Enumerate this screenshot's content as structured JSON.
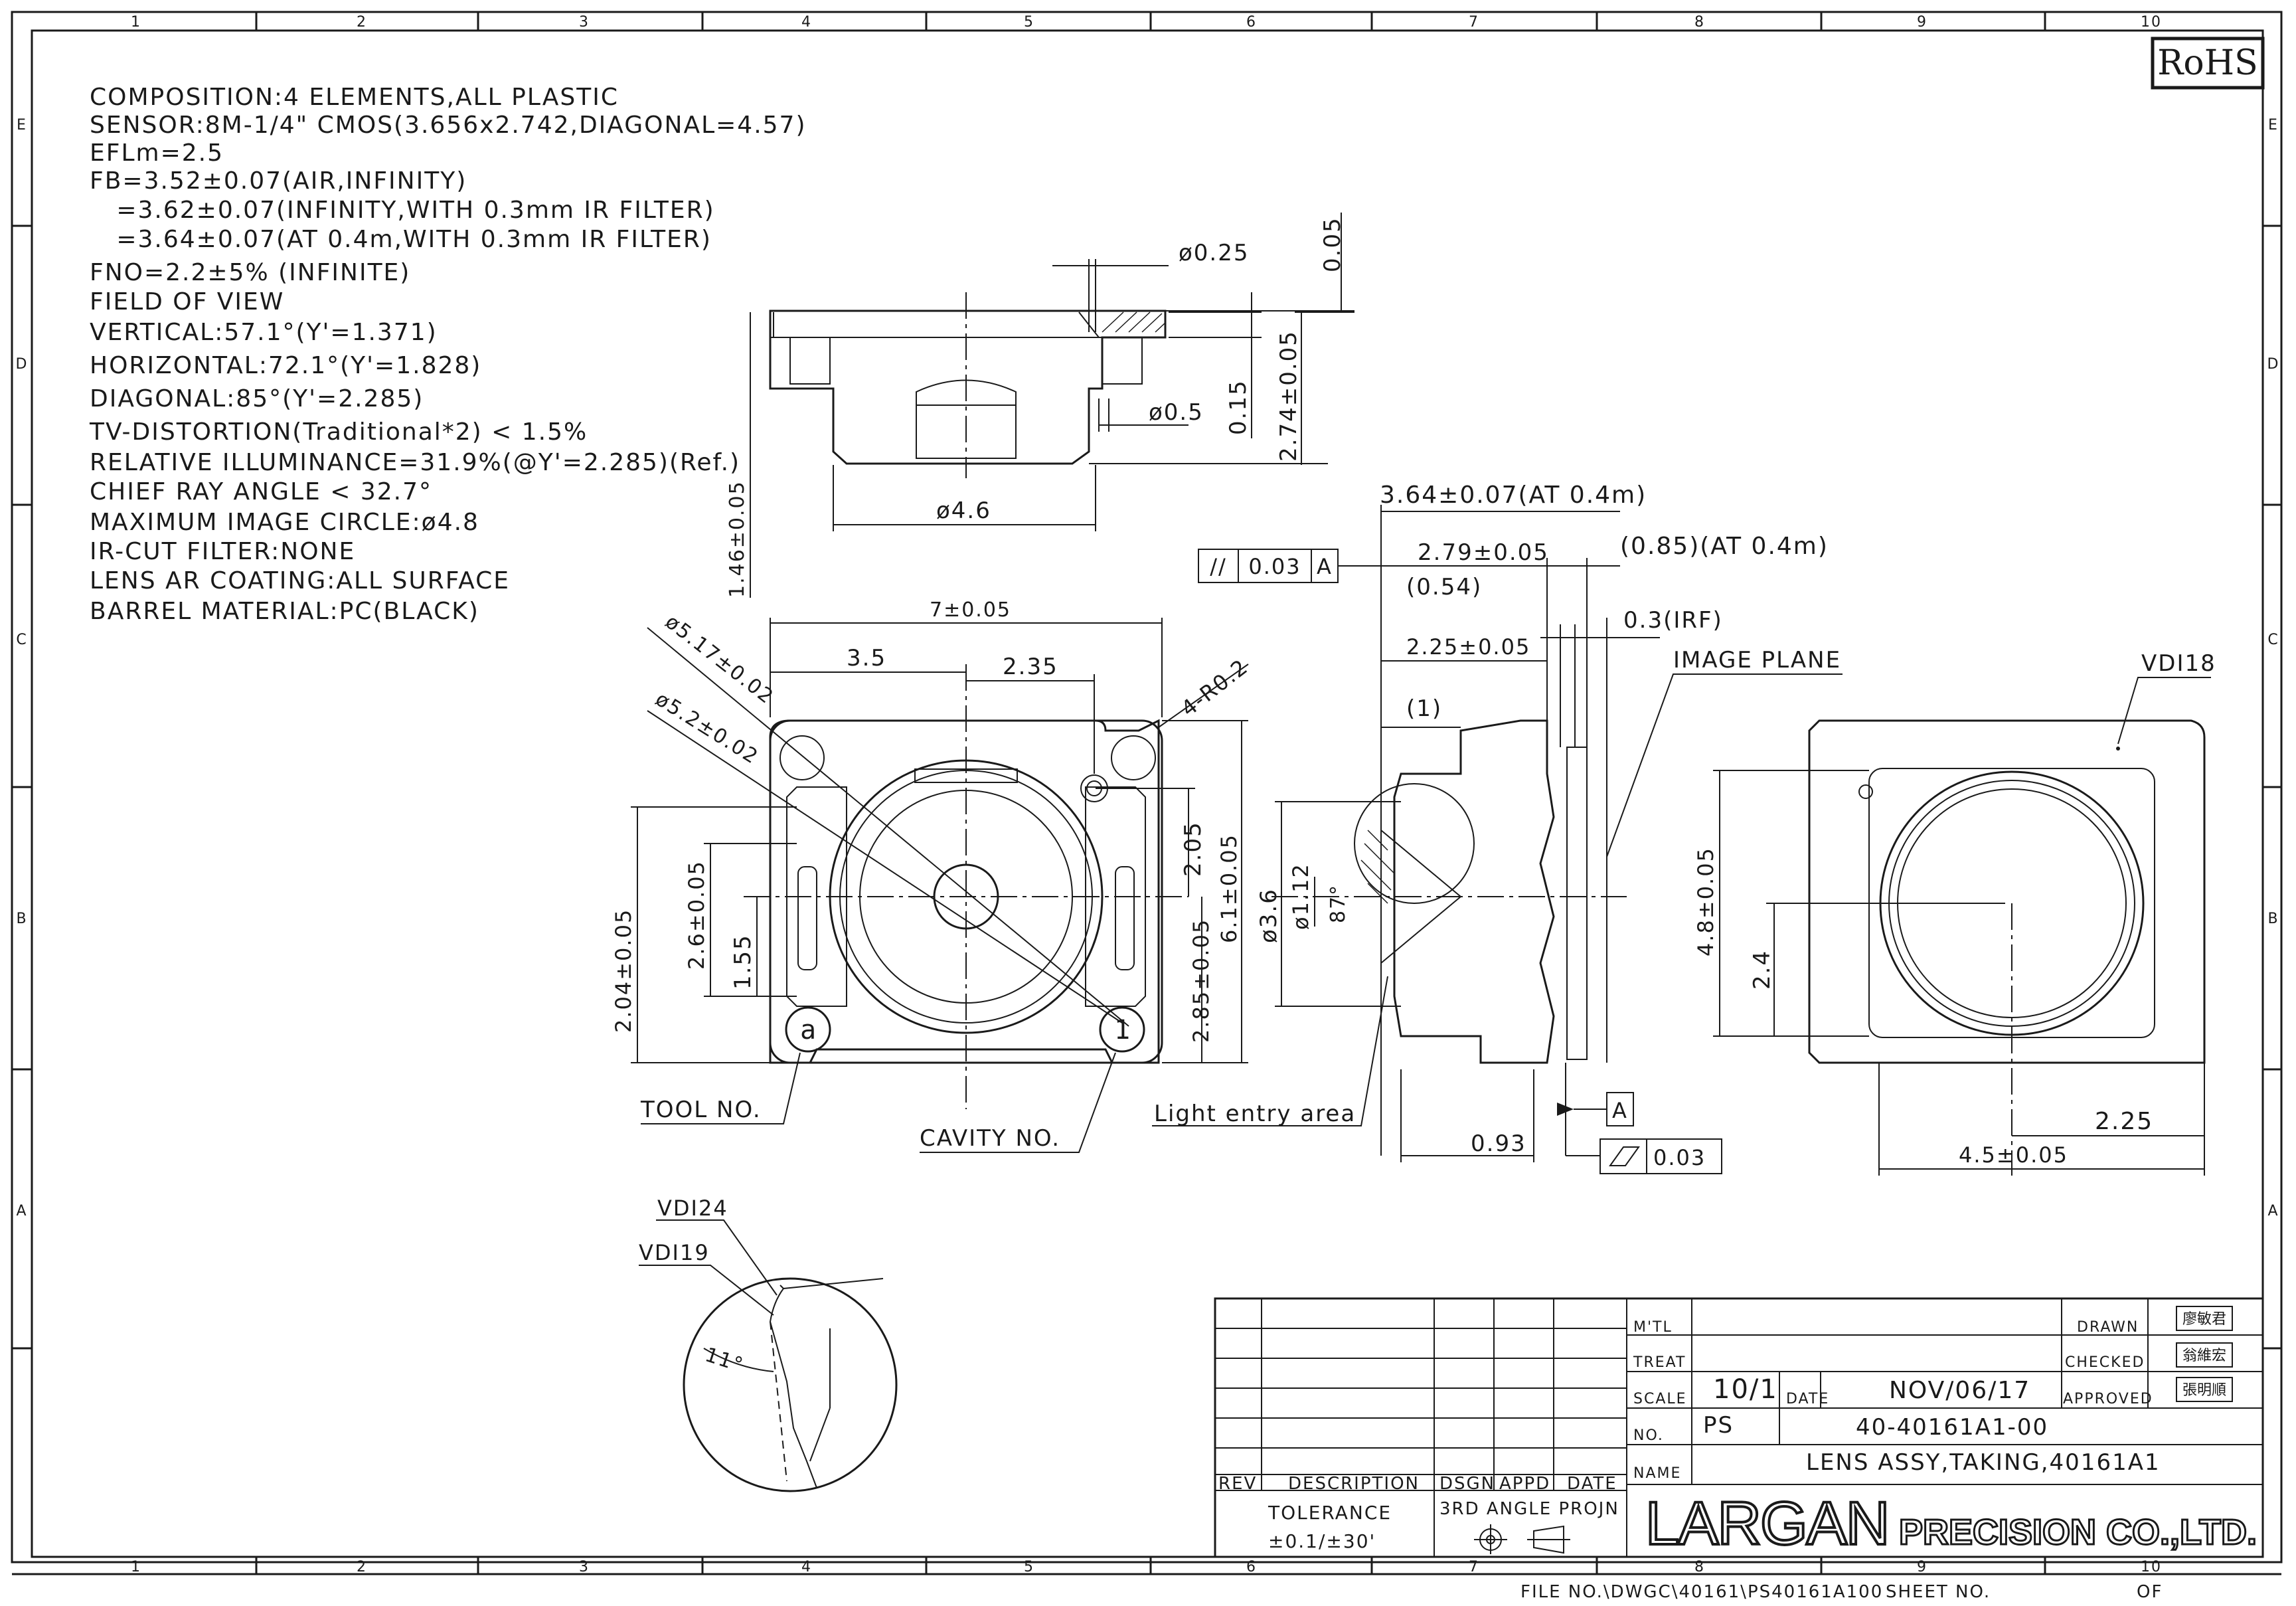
{
  "sheet": {
    "grid_columns": [
      "1",
      "2",
      "3",
      "4",
      "5",
      "6",
      "7",
      "8",
      "9",
      "10"
    ],
    "grid_rows": [
      "E",
      "D",
      "C",
      "B",
      "A"
    ],
    "rohs": "RoHS"
  },
  "notes": [
    "COMPOSITION:4 ELEMENTS,ALL PLASTIC",
    "SENSOR:8M-1/4\" CMOS(3.656x2.742,DIAGONAL=4.57)",
    "EFLm=2.5",
    "FB=3.52±0.07(AIR,INFINITY)",
    "   =3.62±0.07(INFINITY,WITH 0.3mm IR FILTER)",
    "   =3.64±0.07(AT 0.4m,WITH 0.3mm IR FILTER)",
    "FNO=2.2±5% (INFINITE)",
    "FIELD OF VIEW",
    "VERTICAL:57.1°(Y'=1.371)",
    "HORIZONTAL:72.1°(Y'=1.828)",
    "DIAGONAL:85°(Y'=2.285)",
    "TV-DISTORTION(Traditional*2) < 1.5%",
    "RELATIVE ILLUMINANCE=31.9%(@Y'=2.285)(Ref.)",
    "CHIEF RAY ANGLE < 32.7°",
    "MAXIMUM IMAGE CIRCLE:ø4.8",
    "IR-CUT FILTER:NONE",
    "LENS AR COATING:ALL SURFACE",
    "BARREL MATERIAL:PC(BLACK)"
  ],
  "dims": {
    "top_hole": "ø0.25",
    "top_small": "0.05",
    "top_inner": "ø0.5",
    "top_015": "0.15",
    "top_height": "2.74±0.05",
    "top_dia": "ø4.6",
    "top_146": "1.46±0.05",
    "front_width": "7±0.05",
    "front_35": "3.5",
    "front_235": "2.35",
    "front_517": "ø5.17±0.02",
    "front_52": "ø5.2±0.02",
    "front_r": "4-R0.2",
    "front_205": "2.05",
    "front_61": "6.1±0.05",
    "front_285": "2.85±0.05",
    "front_26": "2.6±0.05",
    "front_155": "1.55",
    "front_204": "2.04±0.05",
    "side_364": "3.64±0.07(AT 0.4m)",
    "side_279": "2.79±0.05",
    "side_054": "(0.54)",
    "side_085": "(0.85)(AT 0.4m)",
    "side_03": "0.3(IRF)",
    "side_225": "2.25±0.05",
    "side_1": "(1)",
    "side_image_plane": "IMAGE PLANE",
    "side_36": "ø3.6",
    "side_112": "ø1.12",
    "side_87": "87°",
    "side_093": "0.93",
    "side_light": "Light entry area",
    "side_datum": "A",
    "side_flat": "0.03",
    "par_sym": "//",
    "par_val": "0.03",
    "par_datum": "A",
    "rear_vdi": "VDI18",
    "rear_48": "4.8±0.05",
    "rear_24": "2.4",
    "rear_225": "2.25",
    "rear_45": "4.5±0.05",
    "tool_no": "TOOL NO.",
    "cavity_no": "CAVITY NO.",
    "tool_mark": "a",
    "cavity_mark": "1",
    "det_vdi24": "VDI24",
    "det_vdi19": "VDI19",
    "det_angle": "11°"
  },
  "title_block": {
    "mtl_label": "M'TL",
    "treat_label": "TREAT",
    "scale_label": "SCALE",
    "scale_value": "10/1",
    "date_label": "DATE",
    "date_value": "NOV/06/17",
    "no_label": "NO.",
    "no_prefix": "PS",
    "no_value": "40-40161A1-00",
    "name_label": "NAME",
    "name_value": "LENS ASSY,TAKING,40161A1",
    "drawn_label": "DRAWN",
    "drawn_value": "廖敏君",
    "checked_label": "CHECKED",
    "checked_value": "翁維宏",
    "approved_label": "APPROVED",
    "approved_value": "張明順",
    "rev_label": "REV",
    "desc_label": "DESCRIPTION",
    "dsgn_label": "DSGN",
    "appd_label": "APPD",
    "date2_label": "DATE",
    "tolerance_label": "TOLERANCE",
    "tolerance_value": "±0.1/±30'",
    "projection_label": "3RD ANGLE PROJN",
    "company_logo": "LARGAN",
    "company_rest": "PRECISION CO.,LTD.",
    "file_no": "FILE NO.\\DWGC\\40161\\PS40161A100",
    "sheet_no": "SHEET NO.",
    "of_label": "OF"
  }
}
